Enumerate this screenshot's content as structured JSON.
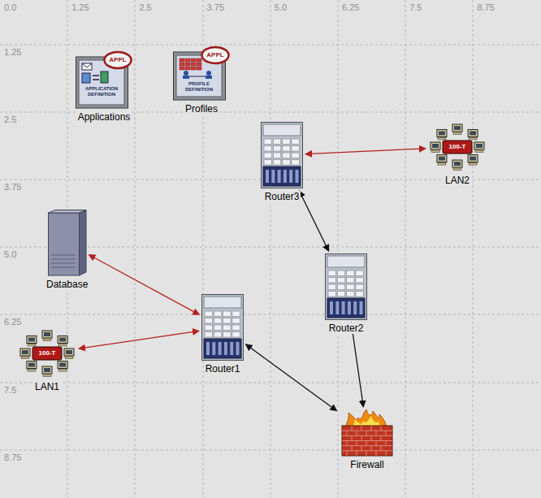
{
  "diagram": {
    "nodes": [
      {
        "text": [
          "APPL",
          "APPLICATION DEFINITION",
          "Applications"
        ]
      },
      {
        "text": [
          "APPL",
          "PROFILE DEFINITION",
          "Profiles"
        ]
      },
      {
        "text": [
          "Router3"
        ]
      },
      {
        "text": [
          "100-T",
          "LAN2"
        ]
      },
      {
        "text": [
          "Database"
        ]
      },
      {
        "text": [
          "Router2"
        ]
      },
      {
        "text": [
          "Router1"
        ]
      },
      {
        "text": [
          "100-T",
          "LAN1"
        ]
      },
      {
        "text": [
          "Firewall"
        ]
      }
    ],
    "edges": [
      {
        "from": 2,
        "to": 3,
        "arrow": "both"
      },
      {
        "from": 2,
        "to": 5,
        "arrow": "both"
      },
      {
        "from": 4,
        "to": 6,
        "arrow": "both"
      },
      {
        "from": 6,
        "to": 7,
        "arrow": "both"
      },
      {
        "from": 6,
        "to": 8,
        "arrow": "both"
      },
      {
        "from": 5,
        "to": 8,
        "arrow": "both"
      }
    ],
    "labels": [
      "0.0",
      "1.25",
      "2.5",
      "3.75",
      "5.0",
      "6.25",
      "7.5",
      "8.75",
      "1.25",
      "2.5",
      "3.75",
      "5.0",
      "6.25",
      "7.5",
      "8.75"
    ]
  }
}
